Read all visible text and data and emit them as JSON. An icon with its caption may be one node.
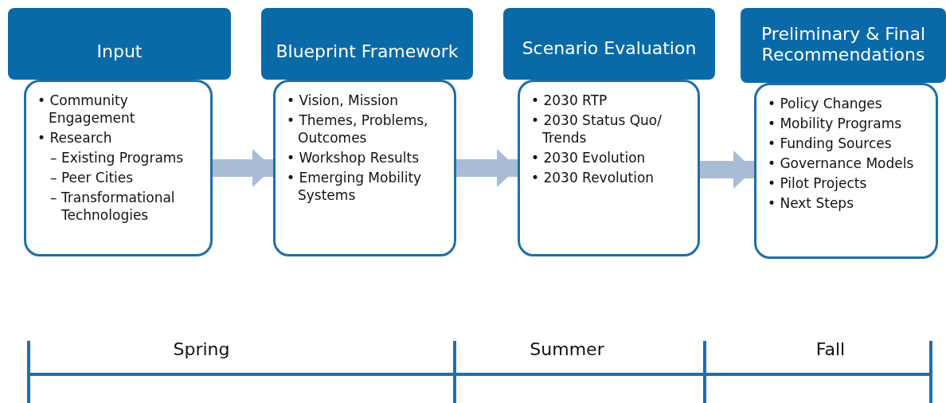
{
  "diagram": {
    "nodes": [
      {
        "text": [
          "Input"
        ]
      },
      {
        "text": [
          "• Community Engagement",
          "• Research",
          "– Existing Programs",
          "– Peer Cities",
          "– Transformational Technologies"
        ]
      },
      {
        "text": [
          "Blueprint Framework"
        ]
      },
      {
        "text": [
          "• Vision, Mission",
          "• Themes, Problems, Outcomes",
          "• Workshop Results",
          "• Emerging Mobility Systems"
        ]
      },
      {
        "text": [
          "Scenario Evaluation"
        ]
      },
      {
        "text": [
          "• 2030 RTP",
          "• 2030 Status Quo/ Trends",
          "• 2030 Evolution",
          "• 2030 Revolution"
        ]
      },
      {
        "text": [
          "Preliminary & Final Recommendations"
        ]
      },
      {
        "text": [
          "• Policy Changes",
          "• Mobility Programs",
          "• Funding Sources",
          "• Governance Models",
          "• Pilot Projects",
          "• Next Steps"
        ]
      }
    ],
    "edges": [
      {
        "from": 1,
        "to": 3,
        "arrow": "to"
      },
      {
        "from": 3,
        "to": 5,
        "arrow": "to"
      },
      {
        "from": 5,
        "to": 7,
        "arrow": "to"
      }
    ],
    "labels": [
      "Spring",
      "Summer",
      "Fall"
    ]
  }
}
